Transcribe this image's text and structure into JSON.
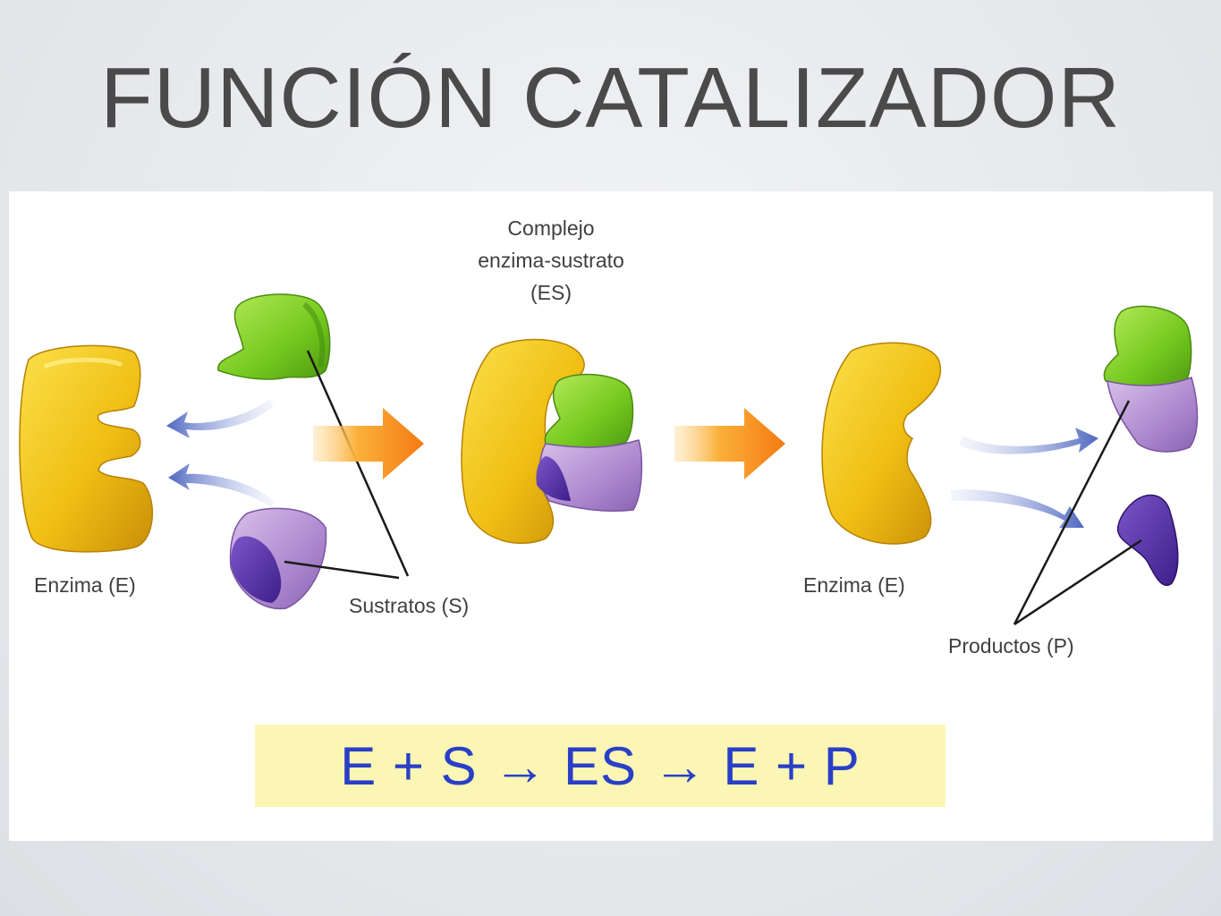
{
  "slide": {
    "title": "FUNCIÓN CATALIZADOR"
  },
  "diagram": {
    "labels": {
      "enzyme_left": "Enzima (E)",
      "complex_line1": "Complejo",
      "complex_line2": "enzima-sustrato",
      "complex_line3": "(ES)",
      "substrates": "Sustratos (S)",
      "enzyme_right": "Enzima (E)",
      "products": "Productos (P)"
    },
    "equation": "E + S → ES → E + P",
    "colors": {
      "enzyme": "#f2c318",
      "substrate_green": "#7ccd2a",
      "substrate_purple": "#b48fd0",
      "product_dark": "#5a2fa8",
      "arrow_orange": "#f7941d",
      "arrow_blue": "#6a7fc8",
      "equation_bg": "#fbf6b4",
      "equation_text": "#2a3fc8"
    }
  }
}
